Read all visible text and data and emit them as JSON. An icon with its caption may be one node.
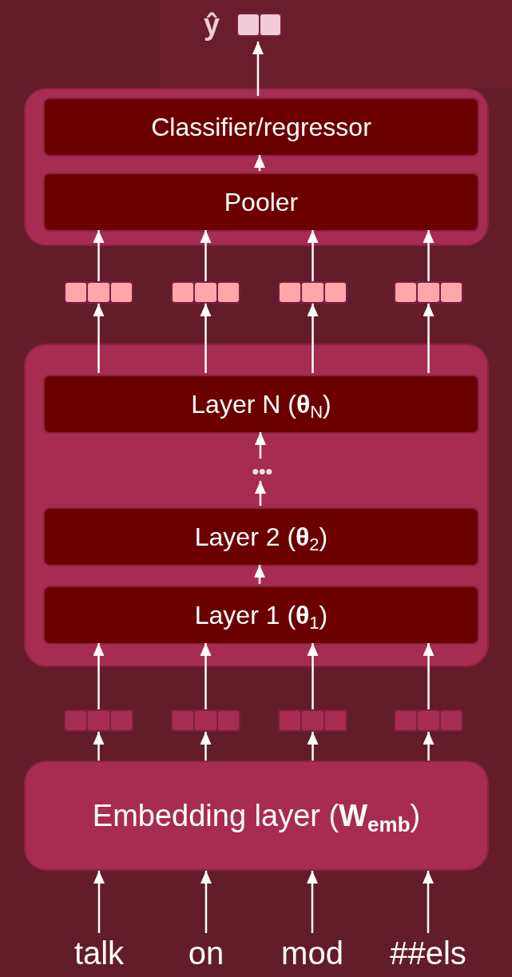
{
  "diagram": {
    "nodes": [
      {
        "text": [
          "ŷ"
        ]
      },
      {
        "text": [],
        "shape": "box"
      },
      {
        "text": [
          "Classifier/regressor"
        ],
        "in": 1
      },
      {
        "text": [
          "Pooler"
        ],
        "in": 1
      },
      {
        "text": [],
        "shape": "bar"
      },
      {
        "text": [],
        "shape": "bar"
      },
      {
        "text": [],
        "shape": "bar"
      },
      {
        "text": [],
        "shape": "bar"
      },
      {
        "text": [],
        "shape": "box"
      },
      {
        "text": [
          "Layer N (**θ**$_{N}$)"
        ],
        "in": 8
      },
      {
        "text": [
          "•••"
        ],
        "in": 8
      },
      {
        "text": [
          "Layer 2 (**θ**$_{2}$)"
        ],
        "in": 8
      },
      {
        "text": [
          "Layer 1 (**θ**$_{1}$)"
        ],
        "in": 8
      },
      {
        "text": [],
        "shape": "bar"
      },
      {
        "text": [],
        "shape": "bar"
      },
      {
        "text": [],
        "shape": "bar"
      },
      {
        "text": [],
        "shape": "bar"
      },
      {
        "text": [
          "Embedding layer (**W**$_{emb}$)"
        ]
      },
      {
        "text": [
          "talk"
        ]
      },
      {
        "text": [
          "on"
        ]
      },
      {
        "text": [
          "mod"
        ]
      },
      {
        "text": [
          "##els"
        ]
      }
    ],
    "edges": [
      {
        "from": 18,
        "to": 17,
        "arrow": "to"
      },
      {
        "from": 19,
        "to": 17,
        "arrow": "to"
      },
      {
        "from": 20,
        "to": 17,
        "arrow": "to"
      },
      {
        "from": 21,
        "to": 17,
        "arrow": "to"
      },
      {
        "from": 17,
        "to": 13,
        "arrow": "to"
      },
      {
        "from": 17,
        "to": 14,
        "arrow": "to"
      },
      {
        "from": 17,
        "to": 15,
        "arrow": "to"
      },
      {
        "from": 17,
        "to": 16,
        "arrow": "to"
      },
      {
        "from": 13,
        "to": 12,
        "arrow": "to"
      },
      {
        "from": 14,
        "to": 12,
        "arrow": "to"
      },
      {
        "from": 15,
        "to": 12,
        "arrow": "to"
      },
      {
        "from": 16,
        "to": 12,
        "arrow": "to"
      },
      {
        "from": 12,
        "to": 11,
        "arrow": "to"
      },
      {
        "from": 11,
        "to": 10,
        "arrow": "to"
      },
      {
        "from": 10,
        "to": 9,
        "arrow": "to"
      },
      {
        "from": 9,
        "to": 4,
        "arrow": "to"
      },
      {
        "from": 9,
        "to": 5,
        "arrow": "to"
      },
      {
        "from": 9,
        "to": 6,
        "arrow": "to"
      },
      {
        "from": 9,
        "to": 7,
        "arrow": "to"
      },
      {
        "from": 4,
        "to": 3,
        "arrow": "to"
      },
      {
        "from": 5,
        "to": 3,
        "arrow": "to"
      },
      {
        "from": 6,
        "to": 3,
        "arrow": "to"
      },
      {
        "from": 7,
        "to": 3,
        "arrow": "to"
      },
      {
        "from": 3,
        "to": 2,
        "arrow": "to"
      },
      {
        "from": 2,
        "to": 0,
        "arrow": "to"
      }
    ]
  }
}
